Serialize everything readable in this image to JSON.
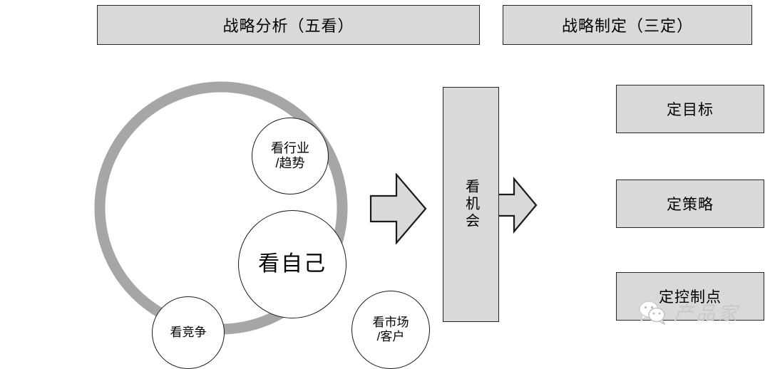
{
  "headers": {
    "analysis": "战略分析（五看）",
    "formulation": "战略制定（三定）"
  },
  "ring": {
    "center": {
      "label": "看自己"
    },
    "nodes": [
      {
        "name": "industry",
        "line1": "看行业",
        "line2": "/趋势"
      },
      {
        "name": "competition",
        "line1": "看竞争",
        "line2": ""
      },
      {
        "name": "market",
        "line1": "看市场",
        "line2": "/客户"
      }
    ]
  },
  "opportunity": {
    "label": "看机会"
  },
  "outcomes": [
    {
      "label": "定目标"
    },
    {
      "label": "定策略"
    },
    {
      "label": "定控制点"
    }
  ],
  "watermark": {
    "text": "产品家",
    "icon": "wechat-icon"
  },
  "colors": {
    "box_fill": "#d9d9d9",
    "box_border": "#262626",
    "ring_gray": "#a6a6a6",
    "arrow_fill": "#d9d9d9",
    "watermark_gray": "#c9c9c9"
  }
}
